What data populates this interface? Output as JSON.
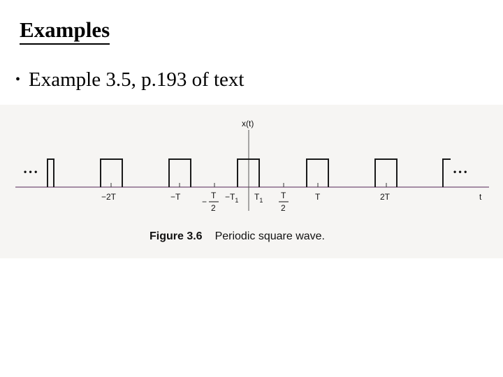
{
  "slide": {
    "title": "Examples",
    "bullet": "Example 3.5, p.193 of text"
  },
  "figure": {
    "caption_label": "Figure 3.6",
    "caption_text": "Periodic square wave.",
    "y_label": "x(t)",
    "x_label": "t",
    "ellipsis": "• • •",
    "tick_labels": [
      {
        "text": "−2T"
      },
      {
        "text": "−T"
      },
      {
        "text": "−T",
        "sub": "1"
      },
      {
        "text": "T",
        "sub": "1"
      },
      {
        "text": "T"
      },
      {
        "text": "2T"
      }
    ],
    "half_period_labels": [
      {
        "sign": "−",
        "num": "T",
        "den": "2"
      },
      {
        "sign": "",
        "num": "T",
        "den": "2"
      }
    ],
    "line_color": "#1a1a1a",
    "axis_color": "#8a6b8a"
  }
}
